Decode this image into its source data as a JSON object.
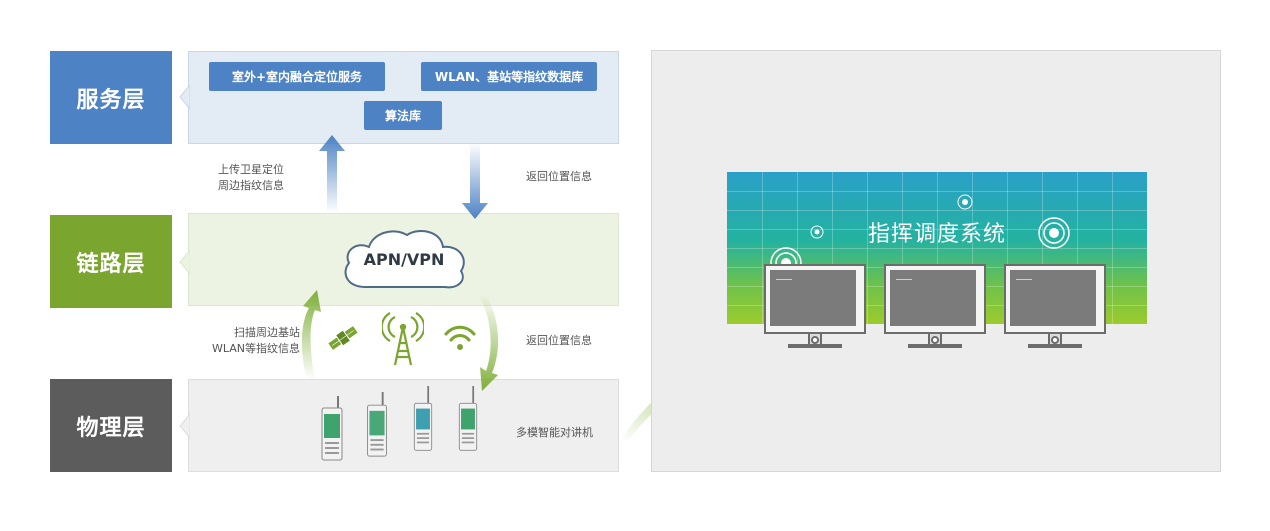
{
  "layers": {
    "service": {
      "label": "服务层"
    },
    "link": {
      "label": "链路层"
    },
    "physical": {
      "label": "物理层"
    }
  },
  "service_boxes": {
    "fusion": "室外+室内融合定位服务",
    "fingerprint_db": "WLAN、基站等指纹数据库",
    "algorithm": "算法库"
  },
  "captions": {
    "upload_line1": "上传卫星定位",
    "upload_line2": "周边指纹信息",
    "return_top": "返回位置信息",
    "scan_line1": "扫描周边基站",
    "scan_line2": "WLAN等指纹信息",
    "return_bottom": "返回位置信息",
    "device": "多模智能对讲机"
  },
  "cloud": {
    "label": "APN/VPN"
  },
  "system": {
    "title": "指挥调度系统"
  },
  "colors": {
    "service": "#4d82c4",
    "link": "#7aa52f",
    "physical": "#5d5c5c",
    "arrow_blue": "#4d82c4",
    "arrow_green": "#7fb03a"
  },
  "icons": [
    "satellite-icon",
    "cell-tower-icon",
    "wifi-icon",
    "cloud-icon",
    "walkie-talkie-icon",
    "monitor-icon",
    "signal-target-icon"
  ]
}
